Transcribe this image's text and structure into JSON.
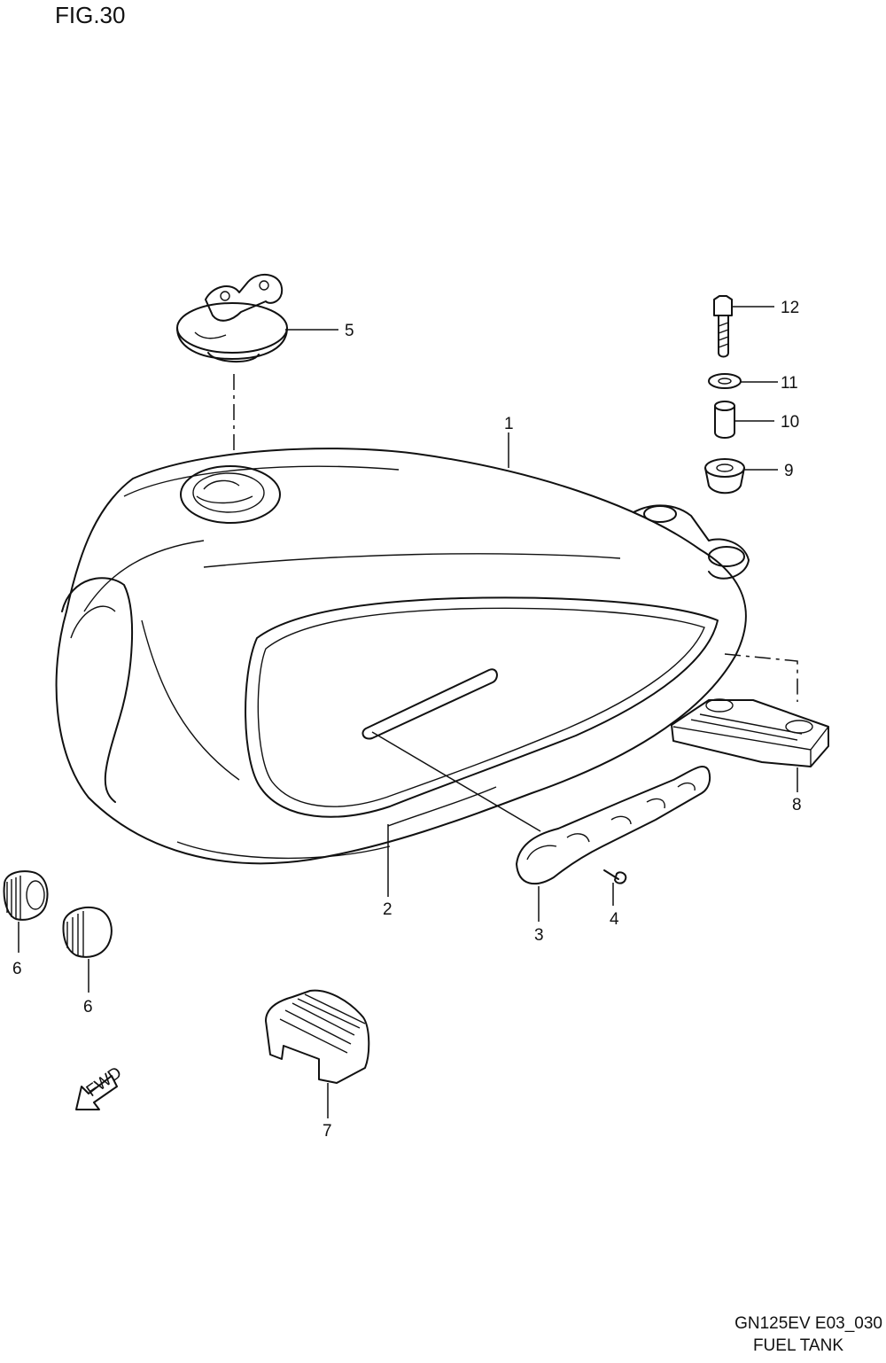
{
  "figure_label": "FIG.30",
  "footer": {
    "diagram_code": "GN125EV E03_030",
    "section_name": "FUEL TANK"
  },
  "arrow_text": "FWD",
  "callouts": [
    "1",
    "2",
    "3",
    "4",
    "5",
    "6",
    "6",
    "7",
    "8",
    "9",
    "10",
    "11",
    "12"
  ]
}
